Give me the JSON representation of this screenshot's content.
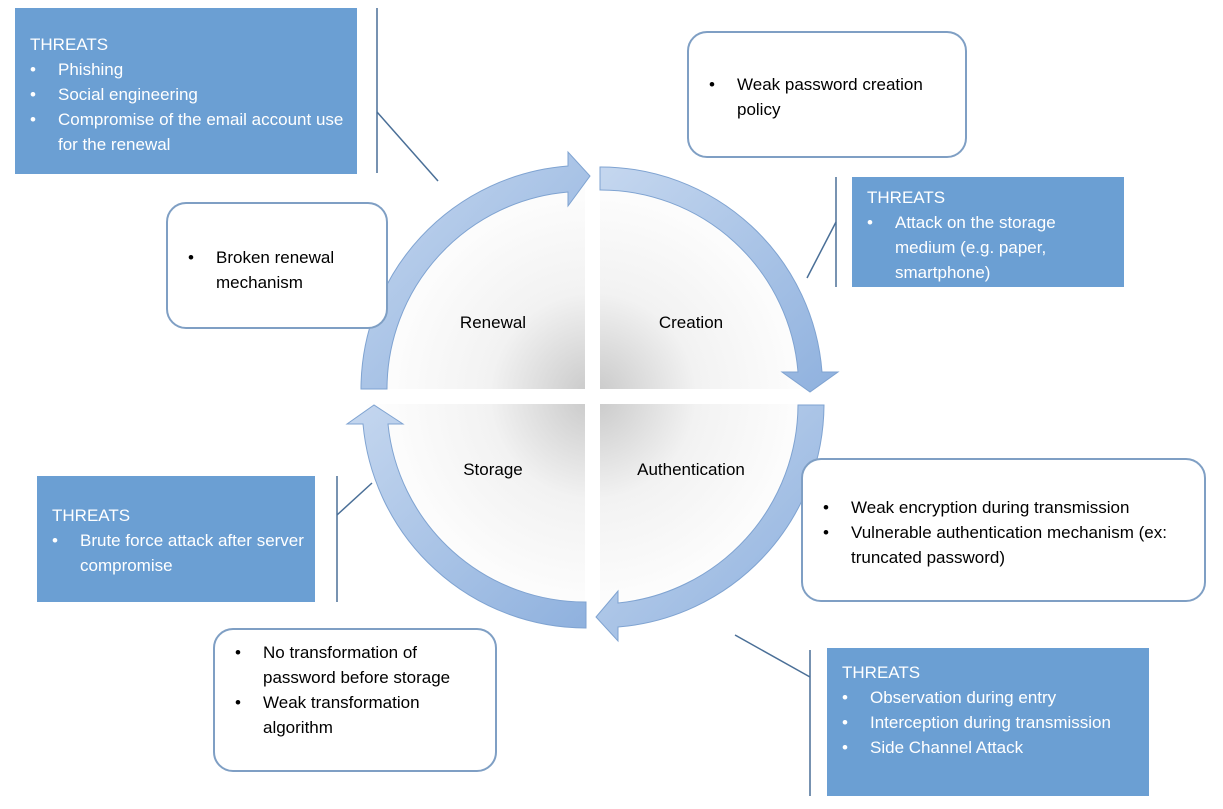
{
  "stages": {
    "renewal": "Renewal",
    "creation": "Creation",
    "storage": "Storage",
    "authentication": "Authentication"
  },
  "renewal_threats": {
    "title": "THREATS",
    "items": [
      "Phishing",
      "Social engineering",
      "Compromise of the email account use for the renewal"
    ]
  },
  "renewal_vulnerabilities": {
    "items": [
      "Broken renewal mechanism"
    ]
  },
  "creation_vulnerabilities": {
    "items": [
      "Weak password creation policy"
    ]
  },
  "creation_threats": {
    "title": "THREATS",
    "items": [
      "Attack on the storage medium (e.g. paper, smartphone)"
    ]
  },
  "storage_threats": {
    "title": "THREATS",
    "items": [
      "Brute force attack after server compromise"
    ]
  },
  "storage_vulnerabilities": {
    "items": [
      "No transformation of password before storage",
      "Weak transformation algorithm"
    ]
  },
  "authentication_vulnerabilities": {
    "items": [
      "Weak encryption during transmission",
      "Vulnerable authentication mechanism (ex: truncated password)"
    ]
  },
  "authentication_threats": {
    "title": "THREATS",
    "items": [
      "Observation during entry",
      "Interception during transmission",
      "Side Channel Attack"
    ]
  },
  "colors": {
    "threat_fill": "#6b9fd3",
    "arrow_fill": "#a6c2e6",
    "box_border": "#7f9fc4"
  }
}
